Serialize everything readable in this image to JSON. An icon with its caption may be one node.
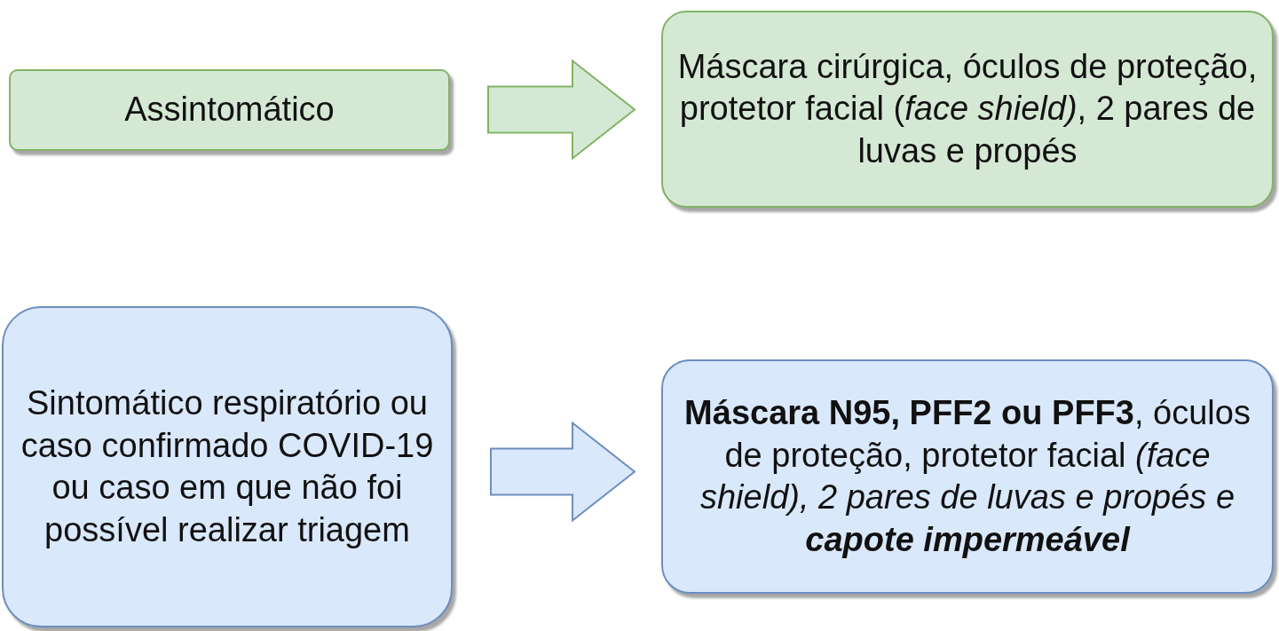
{
  "diagram": {
    "nodes": [
      {
        "text": [
          "Assintomático"
        ]
      },
      {
        "text": [
          "Máscara cirúrgica, óculos de proteção, protetor facial (*face shield)*, 2 pares de luvas e propés"
        ]
      },
      {
        "text": [
          "Sintomático respiratório ou caso confirmado COVID-19 ou caso em que não foi possível realizar triagem"
        ]
      },
      {
        "text": [
          "**Máscara N95, PFF2 ou PFF3**, óculos de proteção, protetor facial *(face shield), 2 pares de luvas e propés e* **capote impermeável**"
        ]
      }
    ],
    "edges": [
      {
        "from": 0,
        "to": 1,
        "arrow": "to"
      },
      {
        "from": 2,
        "to": 3,
        "arrow": "to"
      }
    ]
  }
}
